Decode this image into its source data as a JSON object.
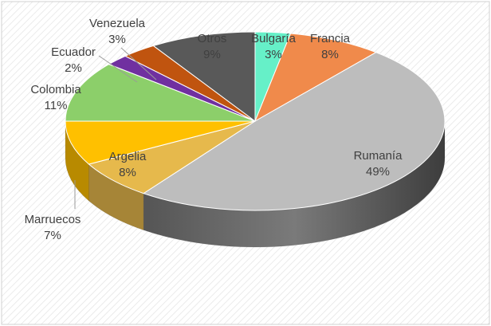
{
  "chart_data": {
    "type": "pie",
    "style": "3d",
    "background": "hatched",
    "slices": [
      {
        "name": "Bulgaría",
        "value": 3,
        "label": "3%",
        "color": "#66f0c8"
      },
      {
        "name": "Francia",
        "value": 8,
        "label": "8%",
        "color": "#f08a4b"
      },
      {
        "name": "Rumanía",
        "value": 49,
        "label": "49%",
        "color": "#bdbdbd"
      },
      {
        "name": "Argelia",
        "value": 8,
        "label": "8%",
        "color": "#ffc000"
      },
      {
        "name": "Marruecos",
        "value": 7,
        "label": "7%",
        "color": "#e6b94c"
      },
      {
        "name": "Colombia",
        "value": 11,
        "label": "11%",
        "color": "#8ccf6a"
      },
      {
        "name": "Ecuador",
        "value": 2,
        "label": "2%",
        "color": "#7030a0"
      },
      {
        "name": "Venezuela",
        "value": 3,
        "label": "3%",
        "color": "#c0540f"
      },
      {
        "name": "Otros",
        "value": 9,
        "label": "9%",
        "color": "#595959"
      }
    ],
    "order": [
      "Bulgaría",
      "Francia",
      "Rumanía",
      "Marruecos",
      "Argelia",
      "Colombia",
      "Ecuador",
      "Venezuela",
      "Otros"
    ]
  }
}
